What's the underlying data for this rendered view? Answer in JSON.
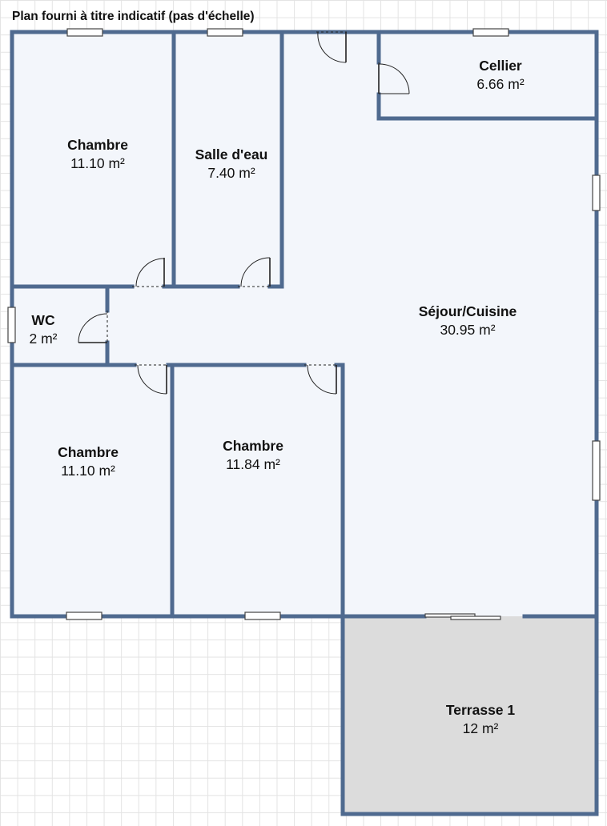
{
  "plan": {
    "note": "Plan fourni à titre indicatif (pas d'échelle)",
    "rooms": [
      {
        "name": "Chambre",
        "area": "11.10 m²"
      },
      {
        "name": "Salle d'eau",
        "area": "7.40 m²"
      },
      {
        "name": "Cellier",
        "area": "6.66 m²"
      },
      {
        "name": "WC",
        "area": "2 m²"
      },
      {
        "name": "Séjour/Cuisine",
        "area": "30.95 m²"
      },
      {
        "name": "Chambre",
        "area": "11.10 m²"
      },
      {
        "name": "Chambre",
        "area": "11.84 m²"
      },
      {
        "name": "Terrasse 1",
        "area": "12 m²"
      }
    ]
  },
  "colors": {
    "wall": "#4f6a8f",
    "floor": "#f3f6fb",
    "terrace": "#dcdcdc",
    "grid": "#e3e3e3"
  }
}
